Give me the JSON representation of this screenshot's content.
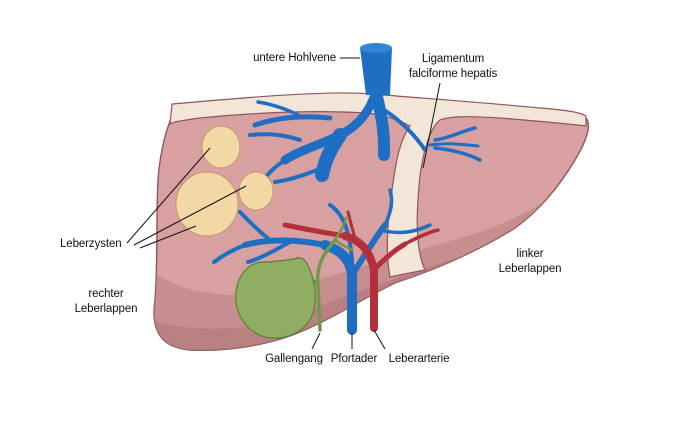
{
  "labels": {
    "vena_cava": "untere Hohlvene",
    "ligament": [
      "Ligamentum",
      "falciforme hepatis"
    ],
    "cysts": "Leberzysten",
    "right_lobe": [
      "rechter",
      "Leberlappen"
    ],
    "left_lobe": [
      "linker",
      "Leberlappen"
    ],
    "bile_duct": "Gallengang",
    "portal_vein": "Pfortader",
    "hepatic_artery": "Leberarterie"
  },
  "colors": {
    "liver_fill": "#d8a0a0",
    "liver_dark": "#b87f82",
    "liver_outline": "#8f5558",
    "ligament": "#f2e6d8",
    "vein": "#1e6fc4",
    "artery": "#b3303b",
    "gallbladder": "#8fae61",
    "cyst": "#f2d8a4",
    "leader_line": "#111111"
  }
}
